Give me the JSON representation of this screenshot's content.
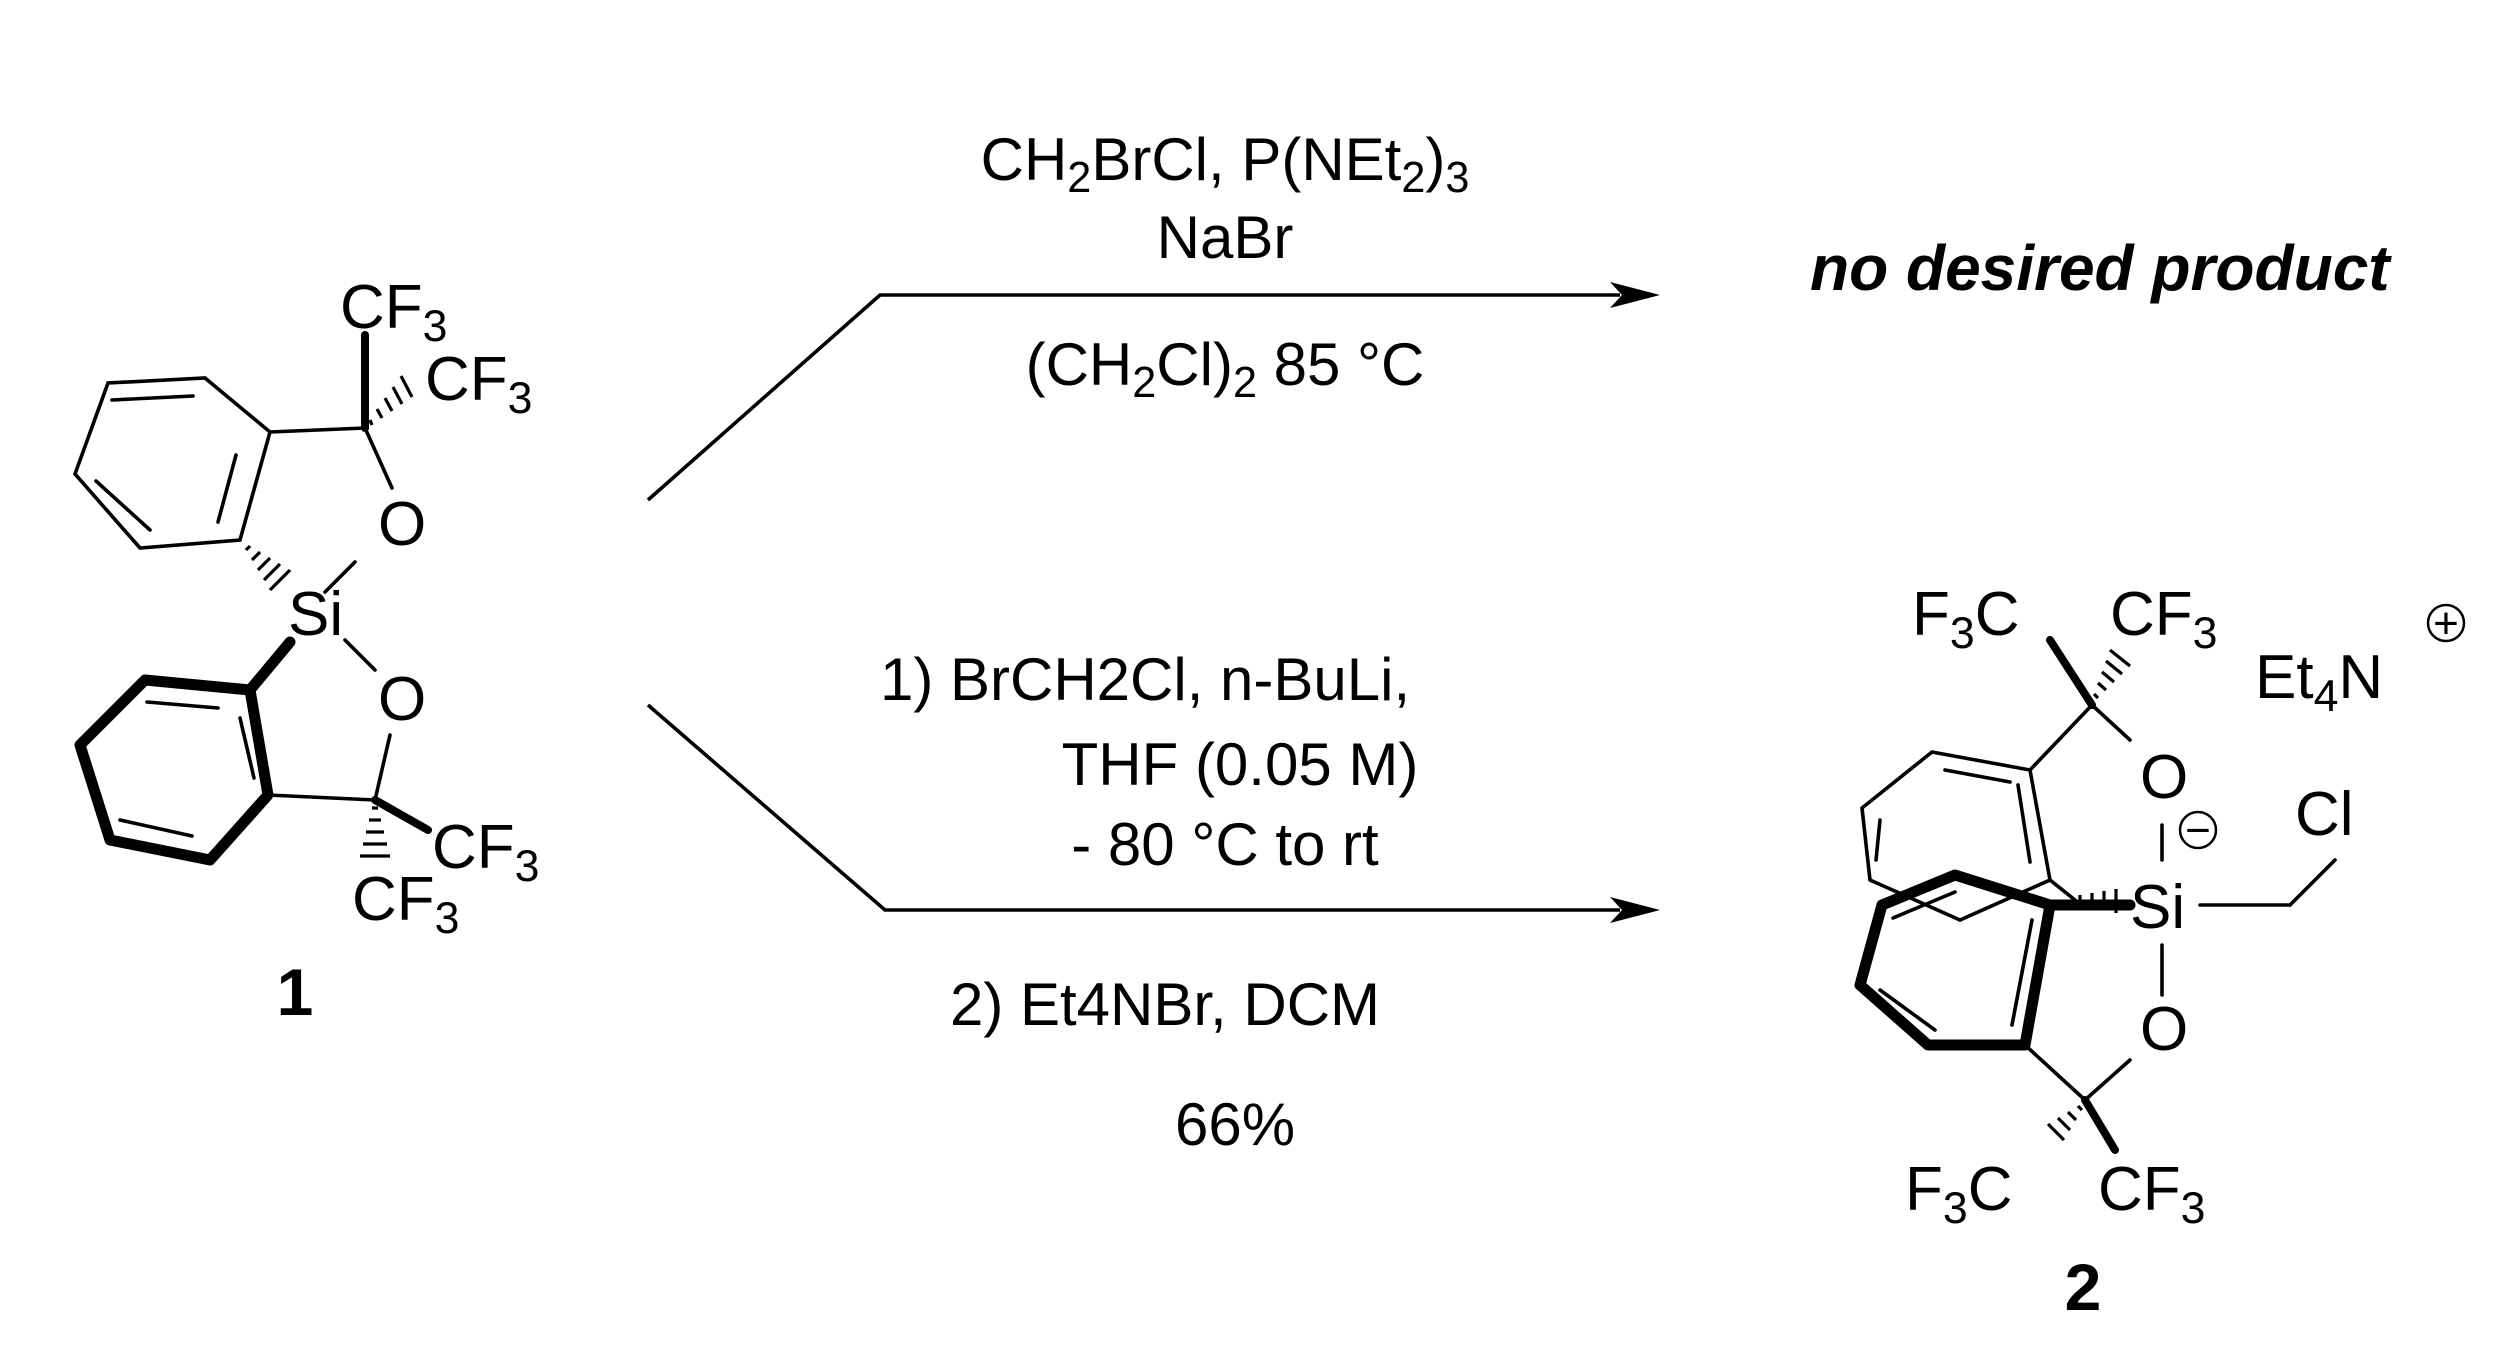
{
  "compound_1": {
    "label": "1",
    "top_cf3_a": "CF3",
    "top_cf3_b": "CF3",
    "bottom_cf3_a": "CF3",
    "bottom_cf3_b": "CF3",
    "o_top": "O",
    "o_bottom": "O",
    "si": "Si"
  },
  "upper_reaction": {
    "reagents_line1": "CH2BrCl, P(NEt2)3",
    "reagents_line2": "NaBr",
    "conditions": "(CH2Cl)2 85 °C",
    "outcome": "no desired product"
  },
  "lower_reaction": {
    "step1_line1": "1) BrCH2Cl,  n-BuLi,",
    "step1_line2": "THF (0.05 M)",
    "step1_line3": "- 80 °C to rt",
    "step2": "2) Et4NBr, DCM",
    "yield": "66%"
  },
  "compound_2": {
    "label": "2",
    "counterion": "Et4N",
    "counterion_charge": "+",
    "anion_charge": "−",
    "cl": "Cl",
    "si": "Si",
    "o_top": "O",
    "o_bottom": "O",
    "top_f3c": "F3C",
    "top_cf3": "CF3",
    "bottom_f3c": "F3C",
    "bottom_cf3": "CF3"
  }
}
